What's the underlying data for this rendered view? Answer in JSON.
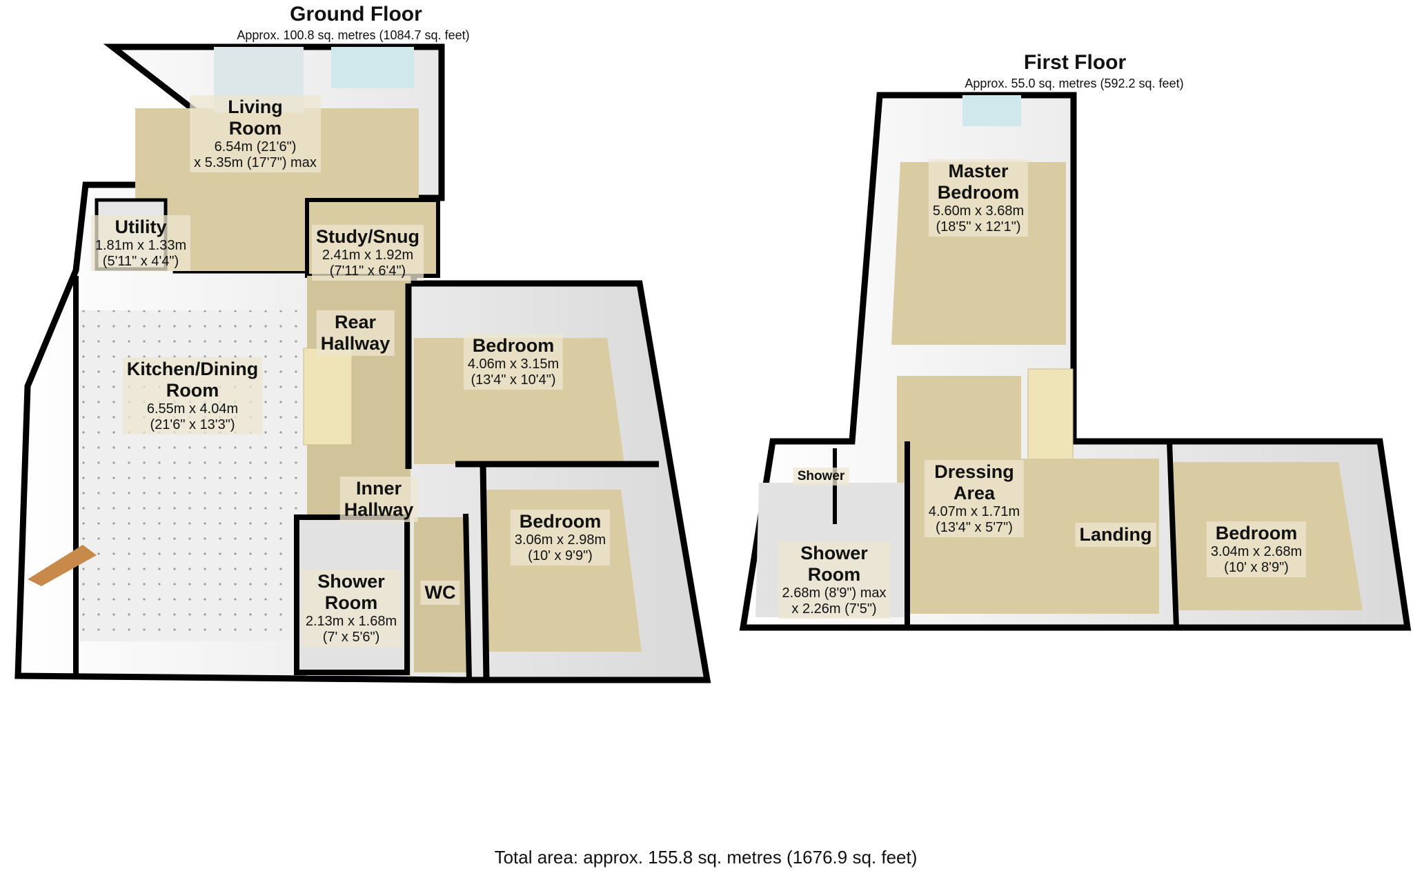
{
  "ground_floor": {
    "title": "Ground Floor",
    "area": "Approx. 100.8 sq. metres (1084.7 sq. feet)",
    "rooms": [
      {
        "name_lines": [
          "Living",
          "Room"
        ],
        "dims": [
          "6.54m (21'6\")",
          "x 5.35m (17'7\") max"
        ]
      },
      {
        "name_lines": [
          "Utility"
        ],
        "dims": [
          "1.81m x 1.33m",
          "(5'11\" x 4'4\")"
        ]
      },
      {
        "name_lines": [
          "Study/Snug"
        ],
        "dims": [
          "2.41m x 1.92m",
          "(7'11\" x 6'4\")"
        ]
      },
      {
        "name_lines": [
          "Rear",
          "Hallway"
        ],
        "dims": []
      },
      {
        "name_lines": [
          "Kitchen/Dining",
          "Room"
        ],
        "dims": [
          "6.55m x 4.04m",
          "(21'6\" x 13'3\")"
        ]
      },
      {
        "name_lines": [
          "Bedroom"
        ],
        "dims": [
          "4.06m x 3.15m",
          "(13'4\" x 10'4\")"
        ]
      },
      {
        "name_lines": [
          "Inner",
          "Hallway"
        ],
        "dims": []
      },
      {
        "name_lines": [
          "Bedroom"
        ],
        "dims": [
          "3.06m x 2.98m",
          "(10' x 9'9\")"
        ]
      },
      {
        "name_lines": [
          "Shower",
          "Room"
        ],
        "dims": [
          "2.13m x 1.68m",
          "(7' x 5'6\")"
        ]
      },
      {
        "name_lines": [
          "WC"
        ],
        "dims": []
      }
    ]
  },
  "first_floor": {
    "title": "First Floor",
    "area": "Approx. 55.0 sq. metres (592.2 sq. feet)",
    "rooms": [
      {
        "name_lines": [
          "Master",
          "Bedroom"
        ],
        "dims": [
          "5.60m x 3.68m",
          "(18'5\" x 12'1\")"
        ]
      },
      {
        "name_lines": [
          "Shower"
        ],
        "dims": []
      },
      {
        "name_lines": [
          "Dressing",
          "Area"
        ],
        "dims": [
          "4.07m x 1.71m",
          "(13'4\" x 5'7\")"
        ]
      },
      {
        "name_lines": [
          "Shower",
          "Room"
        ],
        "dims": [
          "2.68m (8'9\") max",
          "x 2.26m (7'5\")"
        ]
      },
      {
        "name_lines": [
          "Landing"
        ],
        "dims": []
      },
      {
        "name_lines": [
          "Bedroom"
        ],
        "dims": [
          "3.04m x 2.68m",
          "(10' x 8'9\")"
        ]
      }
    ]
  },
  "total_area": "Total area: approx. 155.8 sq. metres (1676.9 sq. feet)",
  "colors": {
    "floor": "#d9cba2",
    "wall": "#f4f4f4",
    "outline": "#000000",
    "tile": "#eeeeee",
    "stairs": "#efe3b8",
    "window": "#cfe8ec"
  }
}
